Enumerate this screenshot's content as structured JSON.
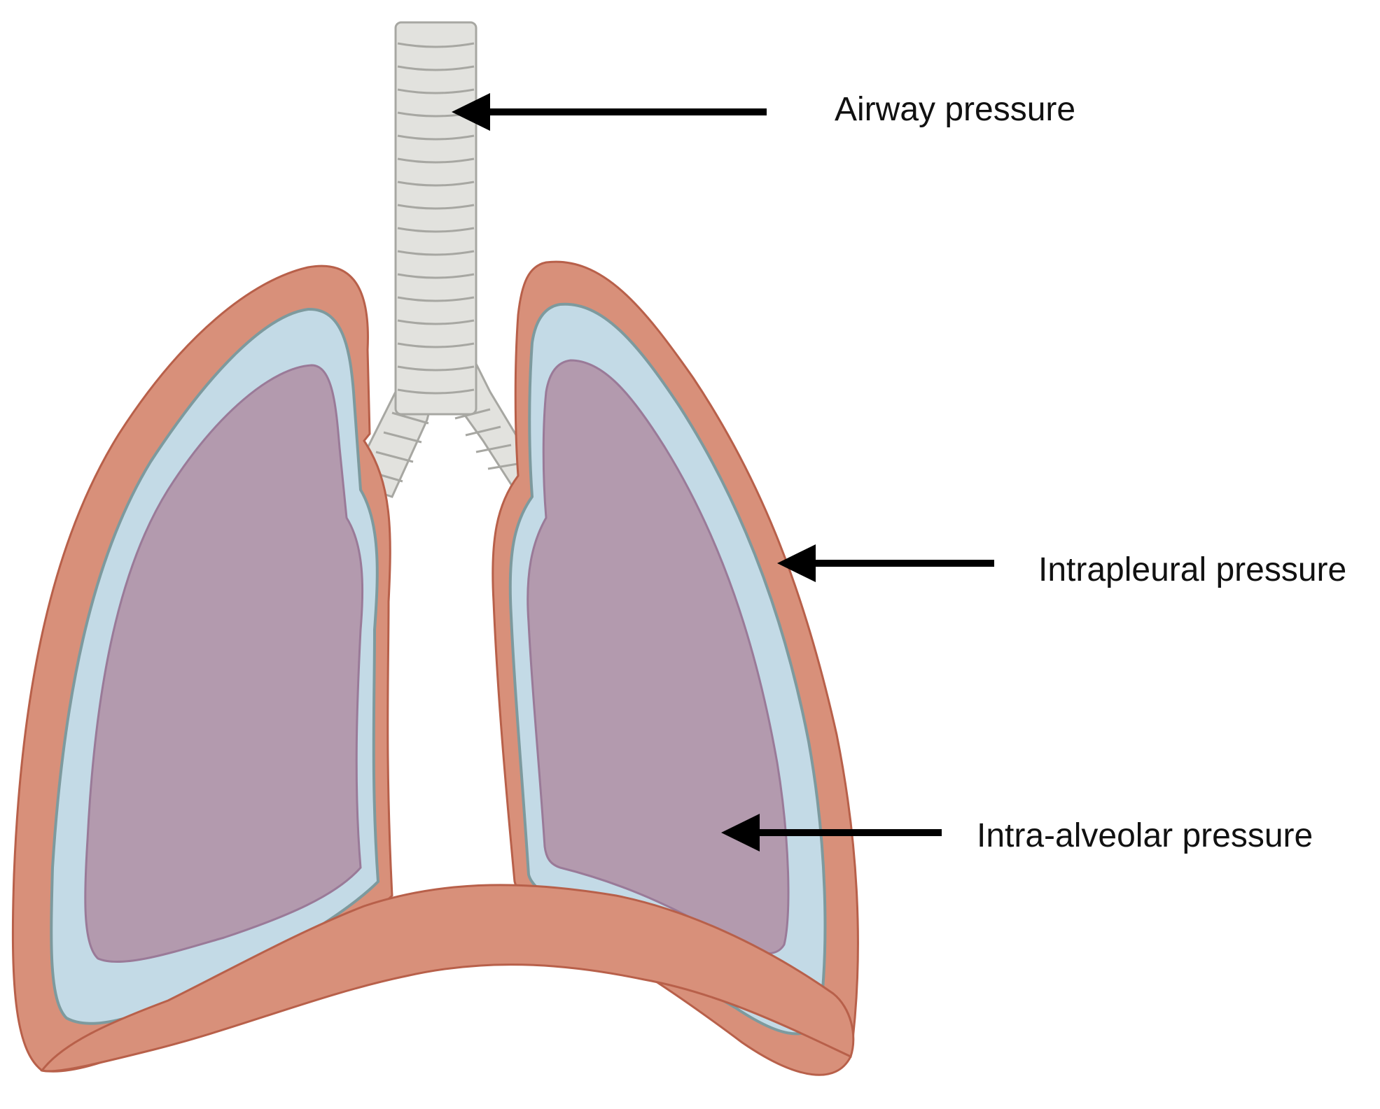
{
  "labels": {
    "airway": "Airway pressure",
    "intrapleural": "Intrapleural pressure",
    "intra_alveolar": "Intra-alveolar pressure"
  },
  "colors": {
    "pleura_outer": "#d8907a",
    "pleura_outer_stroke": "#b8604a",
    "pleural_space": "#c3dae6",
    "pleural_space_stroke": "#7d9a9e",
    "lung_tissue": "#b39aae",
    "lung_tissue_stroke": "#9a7a98",
    "trachea": "#e2e2de",
    "trachea_stroke": "#a7a7a2",
    "arrow": "#000000",
    "text": "#111111"
  }
}
